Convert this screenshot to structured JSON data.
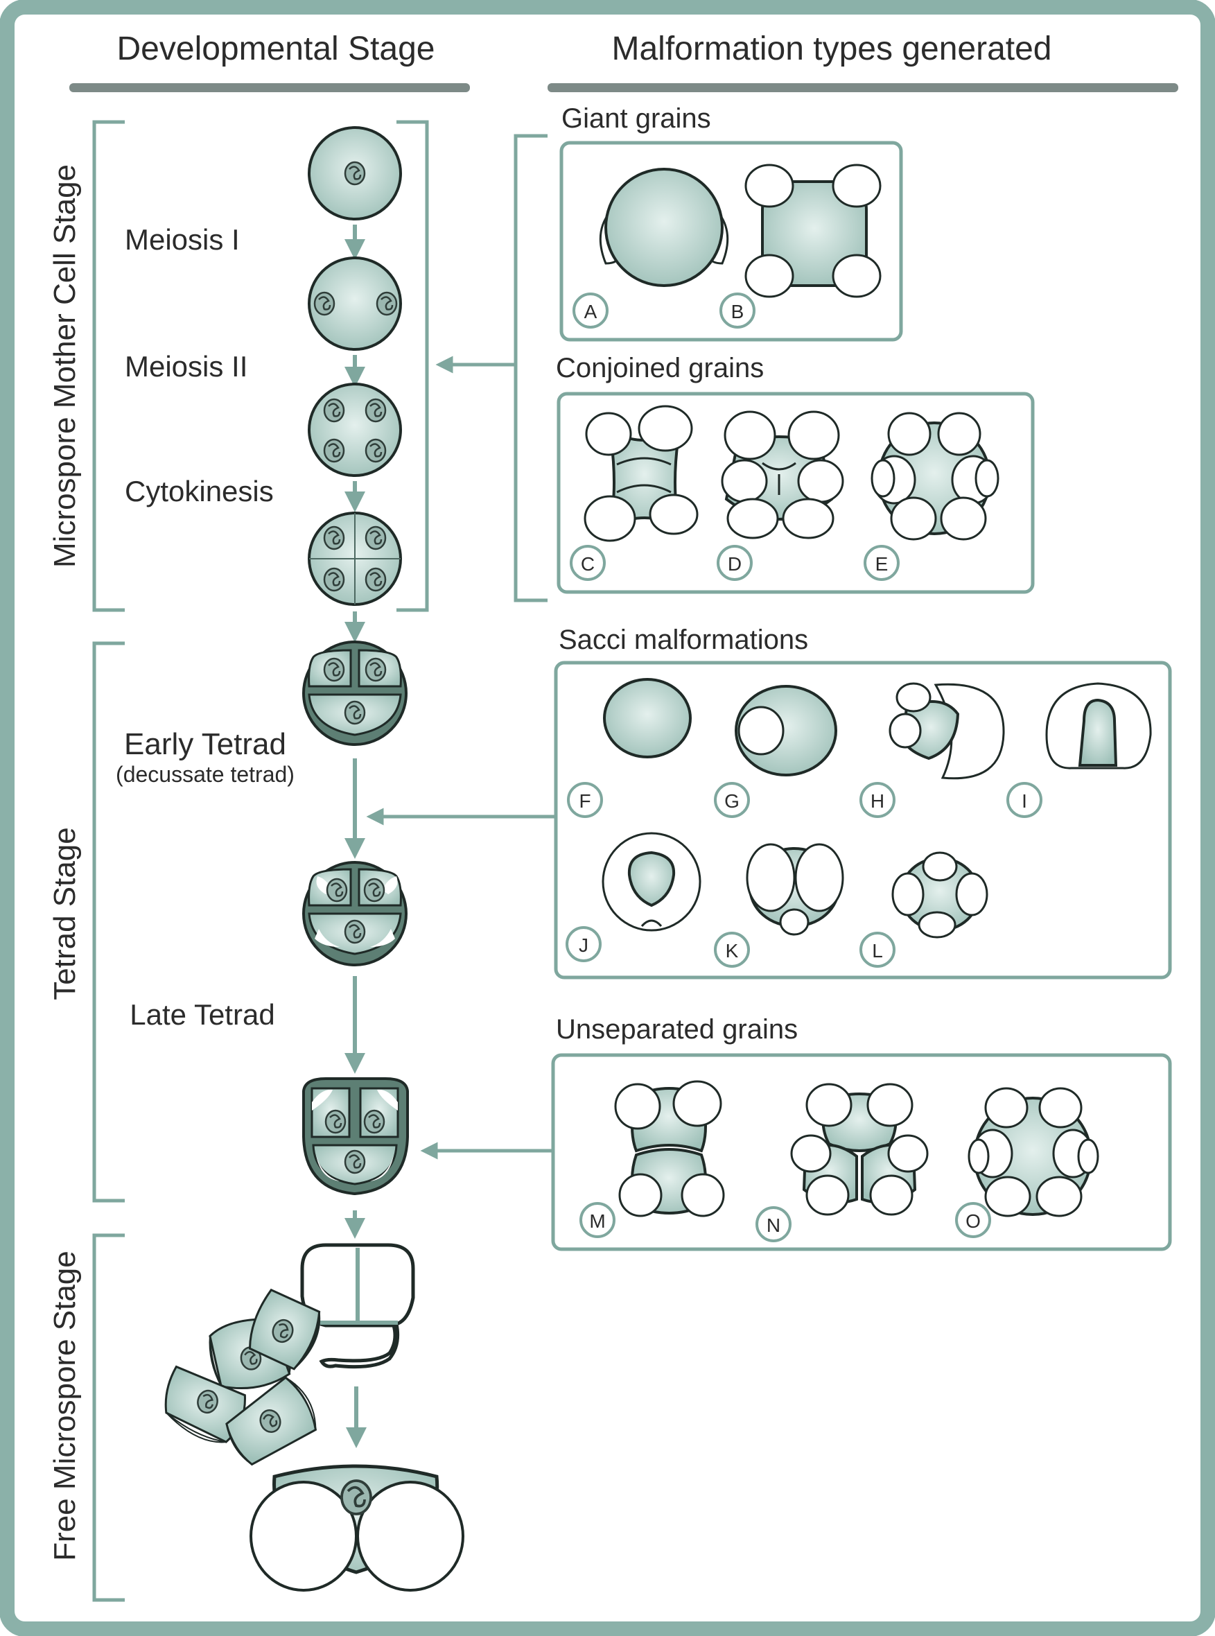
{
  "headers": {
    "left": "Developmental Stage",
    "right": "Malformation types generated"
  },
  "stages": {
    "mmc": "Microspore Mother Cell Stage",
    "tetrad": "Tetrad Stage",
    "free": "Free Microspore Stage"
  },
  "steps": {
    "meiosis1": "Meiosis I",
    "meiosis2": "Meiosis II",
    "cytokinesis": "Cytokinesis",
    "early_tetrad": "Early Tetrad",
    "early_tetrad_sub": "(decussate tetrad)",
    "late_tetrad": "Late Tetrad"
  },
  "groups": {
    "giant": "Giant grains",
    "conjoined": "Conjoined grains",
    "sacci": "Sacci malformations",
    "unseparated": "Unseparated grains"
  },
  "labels": {
    "A": "A",
    "B": "B",
    "C": "C",
    "D": "D",
    "E": "E",
    "F": "F",
    "G": "G",
    "H": "H",
    "I": "I",
    "J": "J",
    "K": "K",
    "L": "L",
    "M": "M",
    "N": "N",
    "O": "O"
  },
  "colors": {
    "frame": "#8bb1a9",
    "teal": "#7fa79e",
    "cell_fill": "#b7d3cc",
    "cell_dark": "#5d7f74",
    "header_bar": "#7d8a87"
  }
}
